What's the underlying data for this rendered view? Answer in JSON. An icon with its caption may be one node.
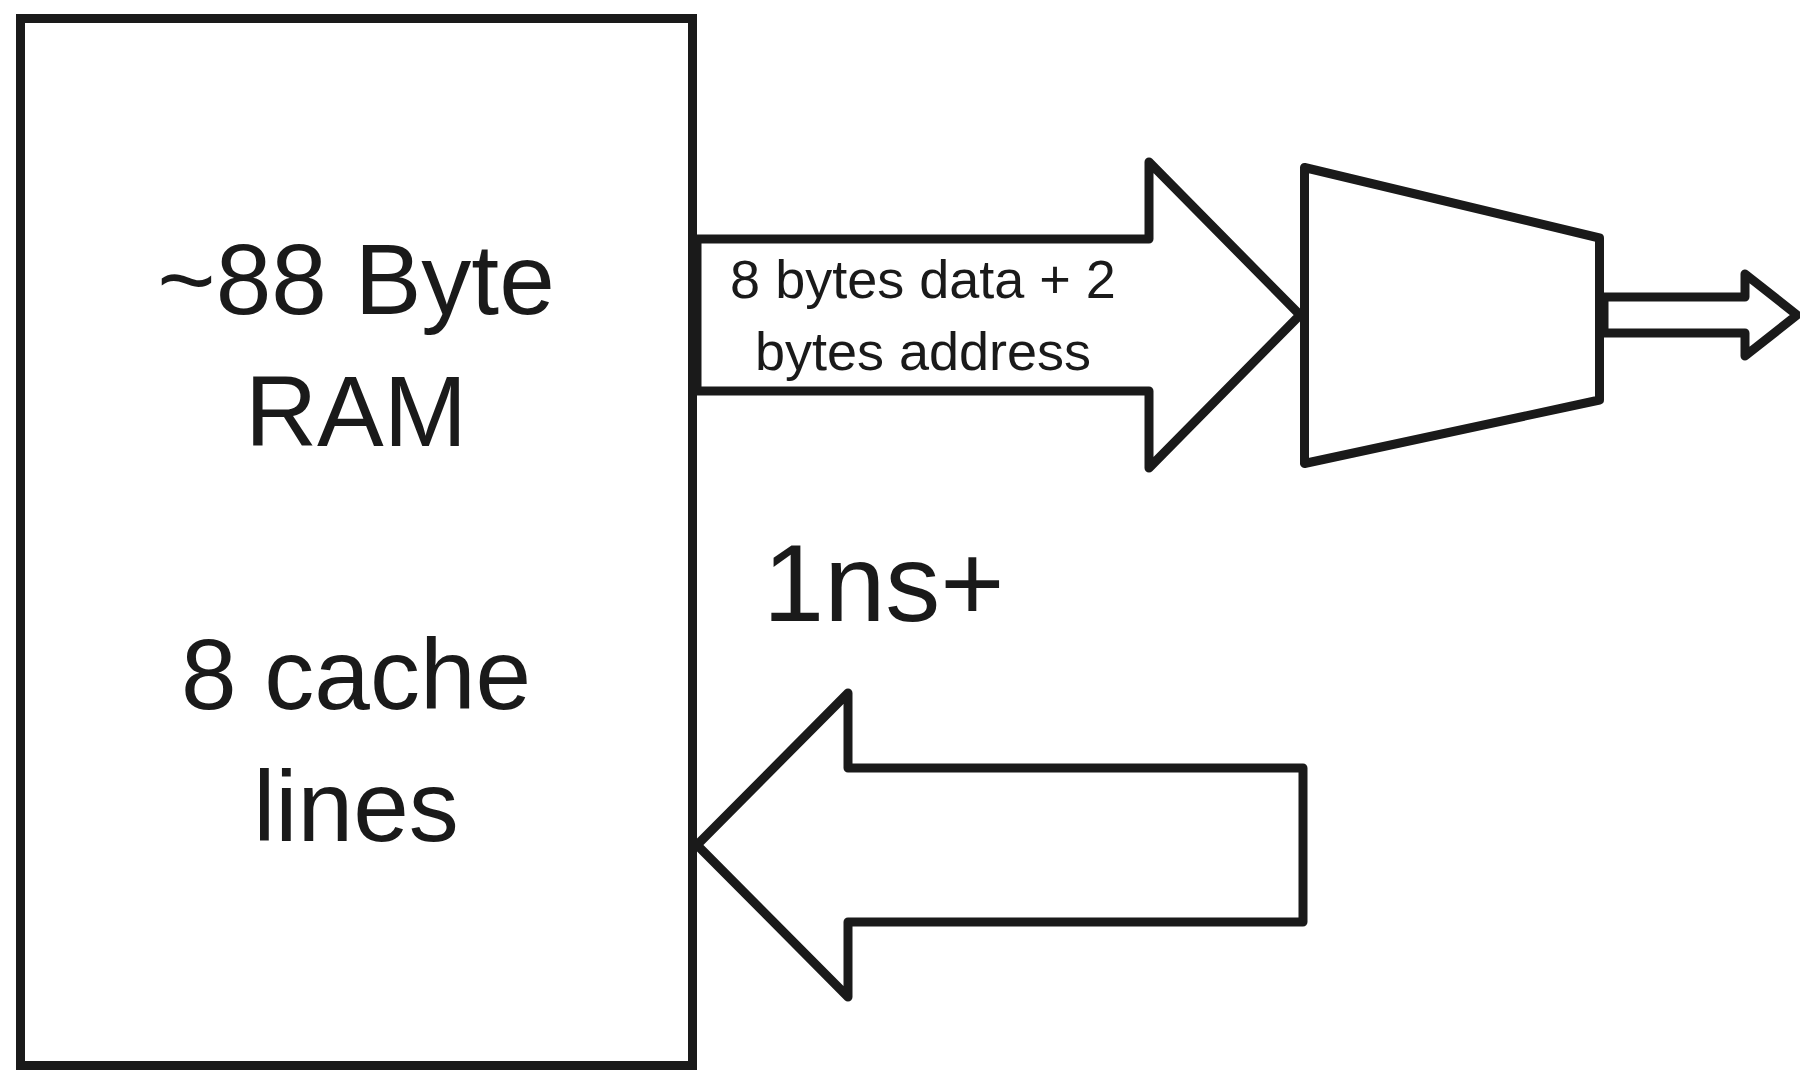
{
  "diagram": {
    "nodes": [
      {
        "text": [
          "~88 Byte RAM",
          "8 cache lines"
        ]
      },
      {
        "text": [],
        "shape": "trapezoid"
      }
    ],
    "edges": [
      {
        "from": 0,
        "to": 1,
        "arrow": "to",
        "label": "8 bytes data + 2 bytes address"
      },
      {
        "from": 1,
        "to": null,
        "arrow": "to"
      },
      {
        "from": null,
        "to": 0,
        "arrow": "to"
      }
    ],
    "labels": [
      "1ns+"
    ]
  }
}
